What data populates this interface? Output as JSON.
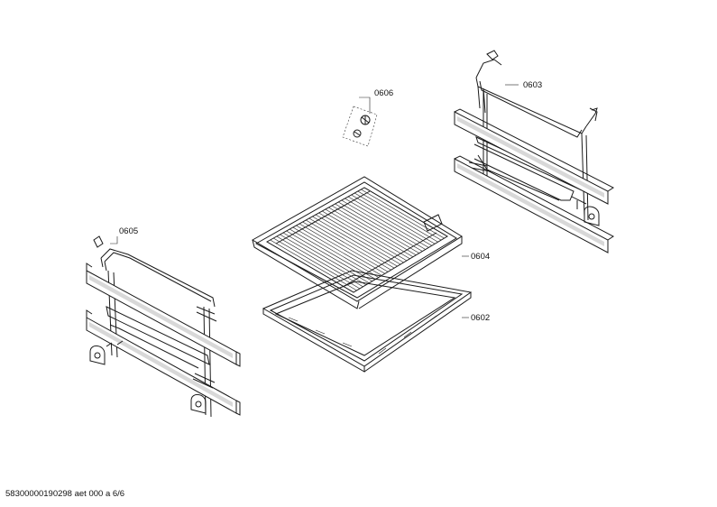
{
  "parts": {
    "p0606": "0606",
    "p0603": "0603",
    "p0605": "0605",
    "p0604": "0604",
    "p0602": "0602"
  },
  "footer": "58300000190298 aet 000 a 6/6"
}
